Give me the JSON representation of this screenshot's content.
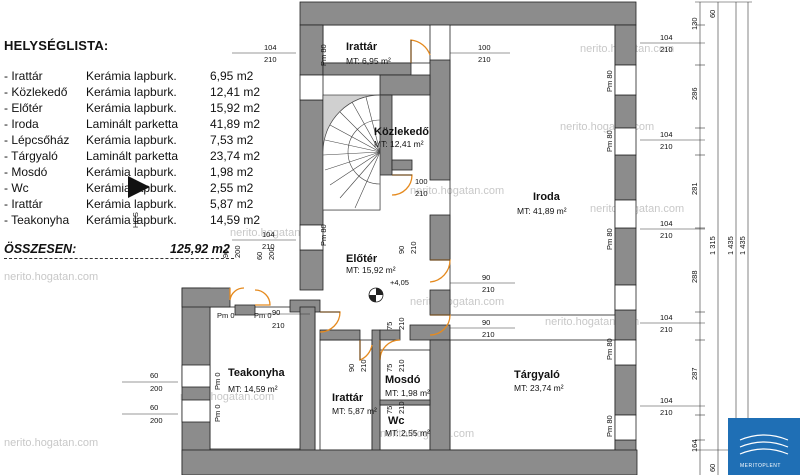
{
  "legend": {
    "title": "HELYSÉGLISTA:",
    "rows": [
      {
        "name": "- Irattár",
        "material": "Kerámia lapburk.",
        "area": "6,95 m2"
      },
      {
        "name": "- Közlekedő",
        "material": "Kerámia lapburk.",
        "area": "12,41 m2"
      },
      {
        "name": "- Előtér",
        "material": "Kerámia lapburk.",
        "area": "15,92 m2"
      },
      {
        "name": "- Iroda",
        "material": "Laminált parketta",
        "area": "41,89 m2"
      },
      {
        "name": "- Lépcsőház",
        "material": "Kerámia lapburk.",
        "area": "7,53 m2"
      },
      {
        "name": "- Tárgyaló",
        "material": "Laminált parketta",
        "area": "23,74 m2"
      },
      {
        "name": "- Mosdó",
        "material": "Kerámia lapburk.",
        "area": "1,98 m2"
      },
      {
        "name": "- Wc",
        "material": "Kerámia lapburk.",
        "area": "2,55 m2"
      },
      {
        "name": "- Irattár",
        "material": "Kerámia lapburk.",
        "area": "5,87 m2"
      },
      {
        "name": "- Teakonyha",
        "material": "Kerámia lapburk.",
        "area": "14,59 m2"
      }
    ],
    "total_label": "ÖSSZESEN:",
    "total_value": "125,92 m2"
  },
  "rooms": {
    "irattar_top": {
      "name": "Irattár",
      "area": "MT: 6,95 m²"
    },
    "kozlekedo": {
      "name": "Közlekedő",
      "area": "MT: 12,41 m²"
    },
    "iroda": {
      "name": "Iroda",
      "area": "MT: 41,89 m²"
    },
    "eloter": {
      "name": "Előtér",
      "area": "MT: 15,92 m²"
    },
    "teakonyha": {
      "name": "Teakonyha",
      "area": "MT: 14,59 m²"
    },
    "irattar_bottom": {
      "name": "Irattár",
      "area": "MT: 5,87 m²"
    },
    "mosdo": {
      "name": "Mosdó",
      "area": "MT: 1,98 m²"
    },
    "wc": {
      "name": "Wc",
      "area": "MT: 2,55 m²"
    },
    "targyalo": {
      "name": "Tárgyaló",
      "area": "MT: 23,74 m²"
    }
  },
  "labels": {
    "hcs": "HCS",
    "level": "+4,05",
    "watermark": "nerito.hogatan.com",
    "logo": "MERITOPLENT"
  },
  "dims": {
    "w104_a": "104",
    "w210_a": "210",
    "pm80_a": "Pm 80",
    "d100_a": "100",
    "d210_b": "210",
    "w104_r1": "104",
    "w210_r1": "210",
    "pm80_r1": "Pm 80",
    "w104_r2": "104",
    "w210_r2": "210",
    "pm80_r2": "Pm 80",
    "w104_r3": "104",
    "w210_r3": "210",
    "pm80_r3": "Pm 80",
    "w104_r4": "104",
    "w210_r4": "210",
    "pm80_r4": "Pm 80",
    "w104_r5": "104",
    "w210_r5": "210",
    "pm80_r5": "Pm 80",
    "d100_b": "100",
    "d210_c": "210",
    "d90_a": "90",
    "d210_d": "210",
    "d90_b": "90",
    "d210_e": "210",
    "d90_c": "90",
    "d210_f": "210",
    "d60_a": "60",
    "d200_a": "200",
    "d90_d": "90",
    "d200_b": "200",
    "pm80_l": "Pm 80",
    "w104_l": "104",
    "w210_l": "210",
    "pm0_a": "Pm 0",
    "pm0_b": "Pm 0",
    "d90_e": "90",
    "d210_g": "210",
    "d75_a": "75",
    "d210_h": "210",
    "d90_f": "90",
    "d210_i": "210",
    "d75_b": "75",
    "d210_j": "210",
    "d75_c": "75",
    "d210_k": "210",
    "w60_a": "60",
    "w200_a": "200",
    "pm0_c": "Pm 0",
    "w60_b": "60",
    "w200_b": "200",
    "pm0_d": "Pm 0",
    "ext_130": "130",
    "ext_60_top": "60",
    "ext_286": "286",
    "ext_281": "281",
    "ext_288": "288",
    "ext_287": "287",
    "ext_164": "164",
    "ext_60_bot": "60",
    "ext_1315": "1 315",
    "ext_1435_a": "1 435",
    "ext_1435_b": "1 435"
  },
  "colors": {
    "wall": "#8c8c8c",
    "wall_stroke": "#222222",
    "door": "#e58a1e",
    "dim_line": "#333333"
  }
}
